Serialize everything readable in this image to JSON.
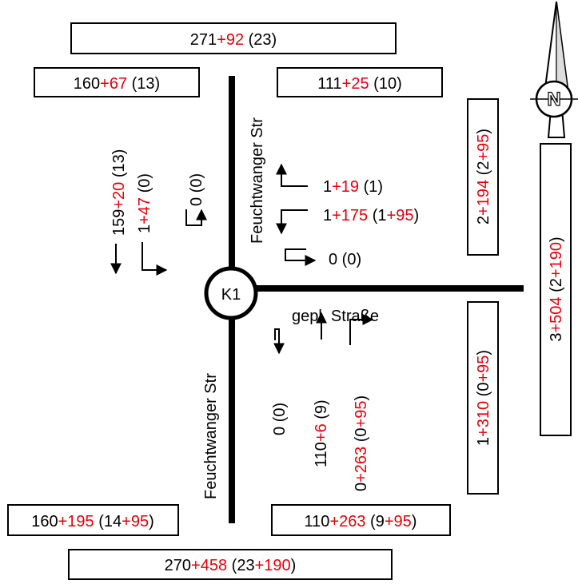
{
  "node_label": "K1",
  "streets": {
    "north": "Feuchtwanger Str",
    "south": "Feuchtwanger Str",
    "east": "gepl. Straße"
  },
  "compass_letter": "N",
  "totals": {
    "top_outer": {
      "a": "271",
      "b": "+92",
      "c": " (23)"
    },
    "top_left": {
      "a": "160",
      "b": "+67",
      "c": " (13)"
    },
    "top_right": {
      "a": "111",
      "b": "+25",
      "c": " (10)"
    },
    "bottom_left": {
      "a": "160",
      "b": "+195",
      "c": " (14",
      "d": "+95",
      "e": ")"
    },
    "bottom_right": {
      "a": "110",
      "b": "+263",
      "c": " (9",
      "d": "+95",
      "e": ")"
    },
    "bottom_outer": {
      "a": "270",
      "b": "+458",
      "c": " (23",
      "d": "+190",
      "e": ")"
    },
    "east_upper": {
      "a": "2",
      "b": "+194",
      "c": " (2",
      "d": "+95",
      "e": ")"
    },
    "east_lower": {
      "a": "1",
      "b": "+310",
      "c": " (0",
      "d": "+95",
      "e": ")"
    },
    "east_outer": {
      "a": "3",
      "b": "+504",
      "c": " (2",
      "d": "+190",
      "e": ")"
    }
  },
  "movements": {
    "north_through": {
      "a": "159",
      "b": "+20",
      "c": " (13)"
    },
    "north_left": {
      "a": "1",
      "b": "+47",
      "c": " (0)"
    },
    "north_uturn": {
      "a": "0 (0)"
    },
    "east_right": {
      "a": "1",
      "b": "+19",
      "c": " (1)"
    },
    "east_left": {
      "a": "1",
      "b": "+175",
      "c": " (1",
      "d": "+95",
      "e": ")"
    },
    "east_uturn": {
      "a": "0 (0)"
    },
    "south_uturn": {
      "a": "0 (0)"
    },
    "south_through": {
      "a": "110",
      "b": "+6",
      "c": " (9)"
    },
    "south_right": {
      "a": "0",
      "b": "+263",
      "c": " (0",
      "d": "+95",
      "e": ")"
    }
  },
  "colors": {
    "added": "#e8000b",
    "base": "#000000"
  }
}
